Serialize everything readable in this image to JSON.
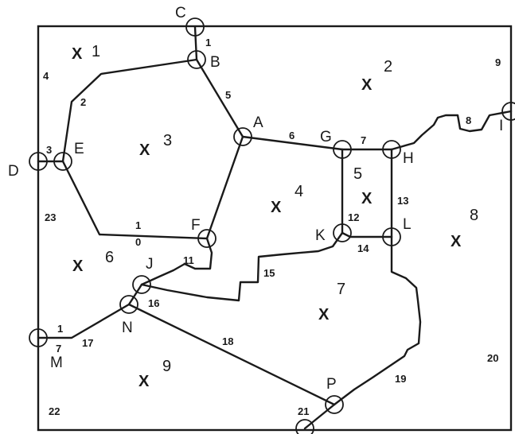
{
  "nodes": {
    "A": "A",
    "B": "B",
    "C": "C",
    "D": "D",
    "E": "E",
    "F": "F",
    "G": "G",
    "H": "H",
    "I": "I",
    "J": "J",
    "K": "K",
    "L": "L",
    "M": "M",
    "N": "N",
    "P": "P"
  },
  "arcs": {
    "a1_top": "1",
    "a1_mid": "1",
    "a0": "0",
    "a1_m": "1",
    "a2": "2",
    "a3": "3",
    "a4": "4",
    "a5": "5",
    "a6": "6",
    "a7_gh": "7",
    "a7_m": "7",
    "a8": "8",
    "a9": "9",
    "a11": "11",
    "a12": "12",
    "a13": "13",
    "a14": "14",
    "a15": "15",
    "a16": "16",
    "a17": "17",
    "a18": "18",
    "a19": "19",
    "a20": "20",
    "a21": "21",
    "a22": "22",
    "a23": "23"
  },
  "faces": {
    "f1": "1",
    "f2": "2",
    "f3": "3",
    "f4": "4",
    "f5": "5",
    "f6": "6",
    "f7": "7",
    "f8": "8",
    "f9": "9"
  },
  "face_marker": "X"
}
